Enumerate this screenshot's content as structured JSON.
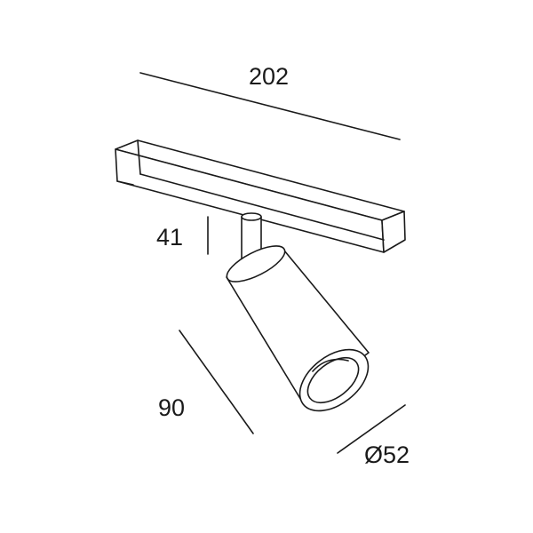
{
  "dimensions": {
    "length": "202",
    "height": "41",
    "depth": "90",
    "diameter": "Ø52"
  },
  "colors": {
    "line": "#1a1a1a",
    "background": "#ffffff"
  }
}
